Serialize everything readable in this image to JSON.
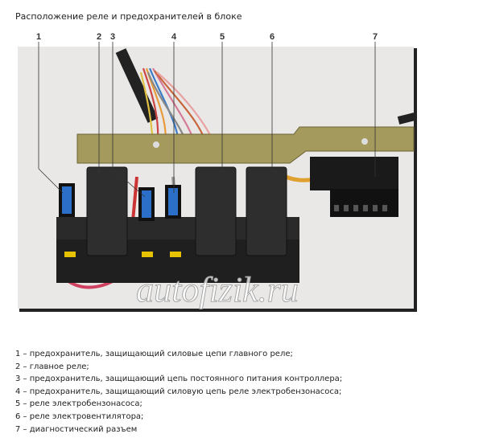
{
  "title": "Расположение реле и предохранителей в блоке",
  "figure": {
    "callouts": [
      "1",
      "2",
      "3",
      "4",
      "5",
      "6",
      "7"
    ],
    "watermark": "autofizik.ru"
  },
  "legend": [
    "1 – предохранитель, защищающий силовые цепи главного реле;",
    "2 – главное реле;",
    "3 – предохранитель, защищающий цепь постоянного питания контроллера;",
    "4 – предохранитель, защищающий силовую цепь реле электробензонасоса;",
    "5 – реле электробензонасоса;",
    "6 – реле электровентилятора;",
    "7 – диагностический разъем"
  ]
}
